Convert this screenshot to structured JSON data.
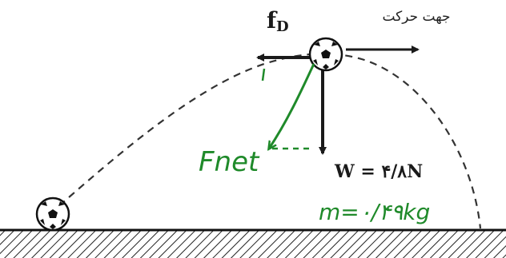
{
  "labels": {
    "drag_force_main": "f",
    "drag_force_sub": "D",
    "motion_direction": "جهت حرکت",
    "weight": "W = ۴/۸N"
  },
  "handwritten": {
    "net_force": "Fnet",
    "mass": "m=۰/۴۹kg"
  },
  "colors": {
    "ink": "#1a1a1a",
    "annotation_green": "#1f8a2a",
    "ground_hatch": "#222222"
  },
  "icons": {
    "ball_top": "soccer-ball-icon",
    "ball_bottom": "soccer-ball-icon"
  }
}
